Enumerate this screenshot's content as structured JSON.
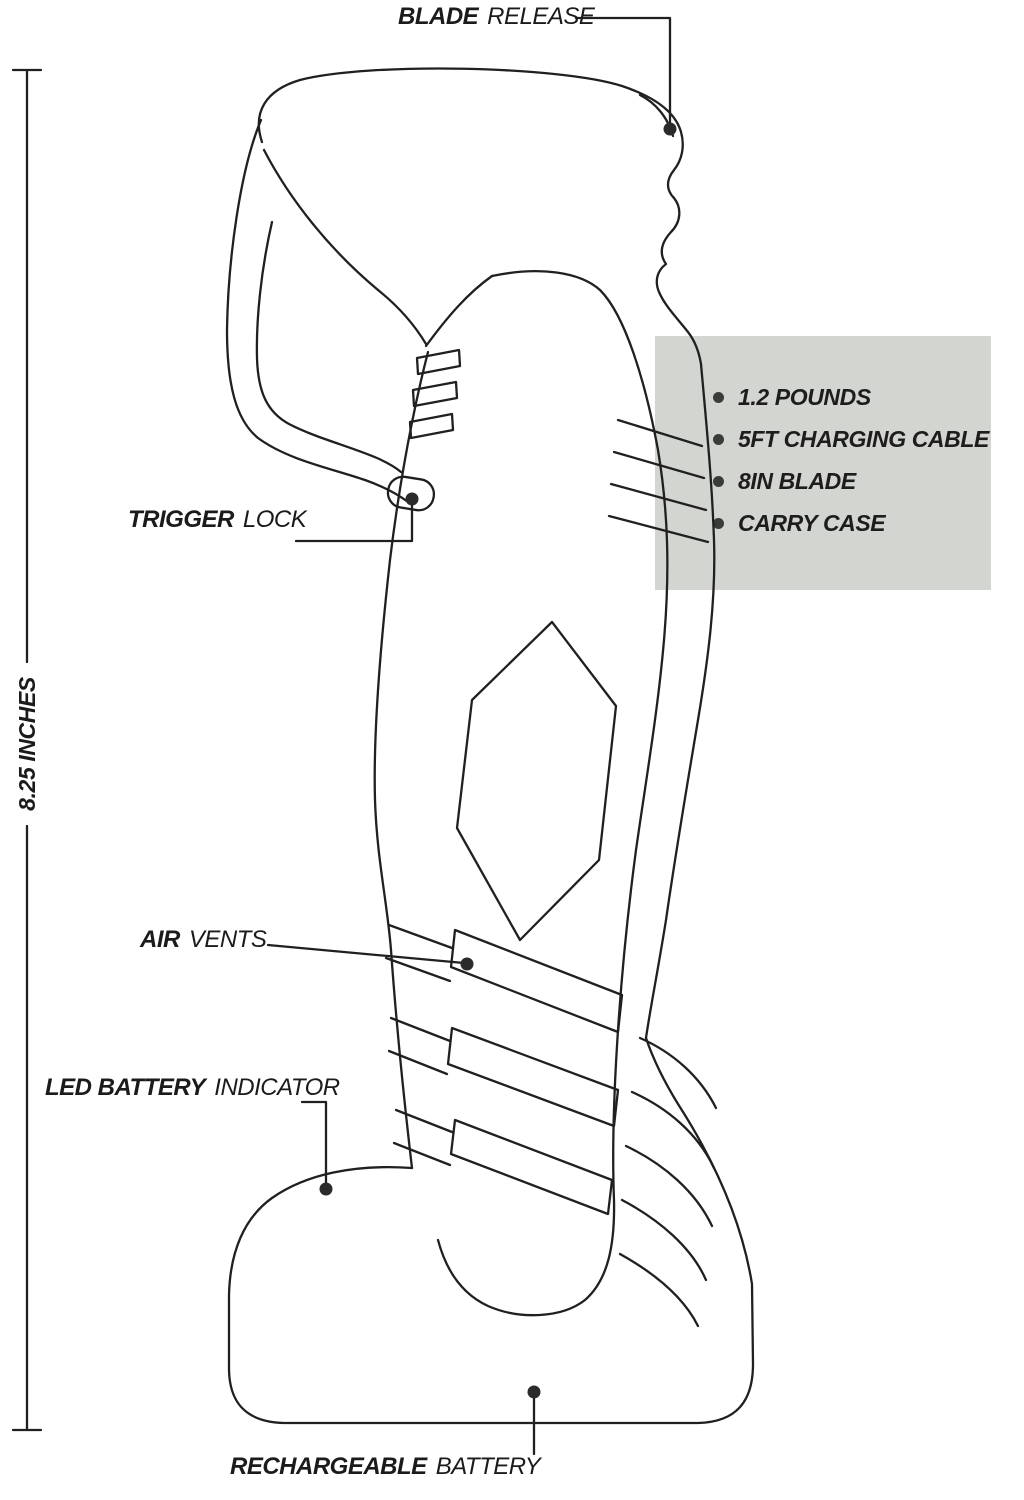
{
  "diagram": {
    "dimension_label": "8.25 INCHES",
    "callouts": {
      "blade_release": {
        "bold": "BLADE",
        "light": "RELEASE"
      },
      "trigger_lock": {
        "bold": "TRIGGER",
        "light": "LOCK"
      },
      "air_vents": {
        "bold": "AIR",
        "light": "VENTS"
      },
      "led_battery": {
        "bold": "LED BATTERY",
        "light": "INDICATOR"
      },
      "rechargeable_battery": {
        "bold": "RECHARGEABLE",
        "light": "BATTERY"
      }
    },
    "spec_box": {
      "items": [
        "1.2 POUNDS",
        "5FT CHARGING CABLE",
        "8IN BLADE",
        "CARRY CASE"
      ]
    },
    "colors": {
      "line": "#202020",
      "text": "#1b1b1b",
      "spec_box_bg": "#d3d5d1",
      "dot": "#2b2b2b"
    }
  }
}
